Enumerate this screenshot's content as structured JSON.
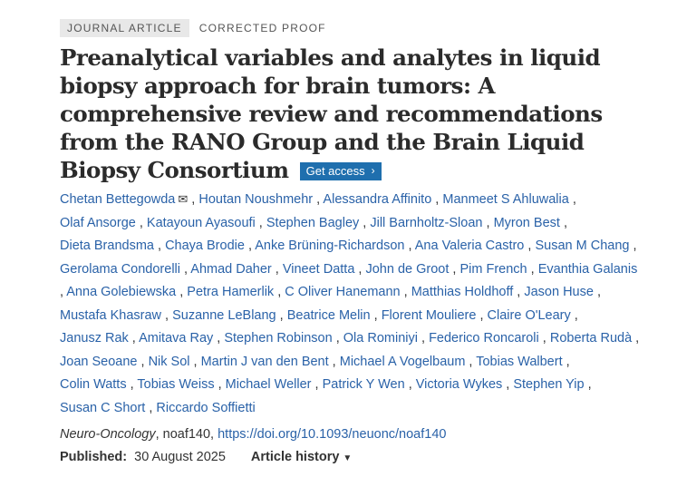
{
  "tags": {
    "type": "JOURNAL ARTICLE",
    "status": "CORRECTED PROOF"
  },
  "title": "Preanalytical variables and analytes in liquid biopsy approach for brain tumors: A comprehensive review and recommendations from the RANO Group and the Brain Liquid Biopsy Consortium",
  "access_button": {
    "label": "Get access",
    "chevron": "›"
  },
  "authors": [
    "Chetan Bettegowda",
    "Houtan Noushmehr",
    "Alessandra Affinito",
    "Manmeet S Ahluwalia",
    "Olaf Ansorge",
    "Katayoun Ayasoufi",
    "Stephen Bagley",
    "Jill Barnholtz-Sloan",
    "Myron Best",
    "Dieta Brandsma",
    "Chaya Brodie",
    "Anke Brüning-Richardson",
    "Ana Valeria Castro",
    "Susan M Chang",
    "Gerolama Condorelli",
    "Ahmad Daher",
    "Vineet Datta",
    "John de Groot",
    "Pim French",
    "Evanthia Galanis",
    "Anna Golebiewska",
    "Petra Hamerlik",
    "C Oliver Hanemann",
    "Matthias Holdhoff",
    "Jason Huse",
    "Mustafa Khasraw",
    "Suzanne LeBlang",
    "Beatrice Melin",
    "Florent Mouliere",
    "Claire O'Leary",
    "Janusz Rak",
    "Amitava Ray",
    "Stephen Robinson",
    "Ola Rominiyi",
    "Federico Roncaroli",
    "Roberta Rudà",
    "Joan Seoane",
    "Nik Sol",
    "Martin J van den Bent",
    "Michael A Vogelbaum",
    "Tobias Walbert",
    "Colin Watts",
    "Tobias Weiss",
    "Michael Weller",
    "Patrick Y Wen",
    "Victoria Wykes",
    "Stephen Yip",
    "Susan C Short",
    "Riccardo Soffietti"
  ],
  "author_icons": {
    "0": "envelope-icon"
  },
  "citation": {
    "journal": "Neuro-Oncology",
    "article_id": ", noaf140, ",
    "doi": "https://doi.org/10.1093/neuonc/noaf140"
  },
  "published": {
    "label": "Published:",
    "date": "30 August 2025"
  },
  "history": {
    "label": "Article history",
    "caret": "▼"
  },
  "colors": {
    "link": "#2a62a8",
    "button": "#1f6fae",
    "tag_bg": "#e8e8e8"
  }
}
